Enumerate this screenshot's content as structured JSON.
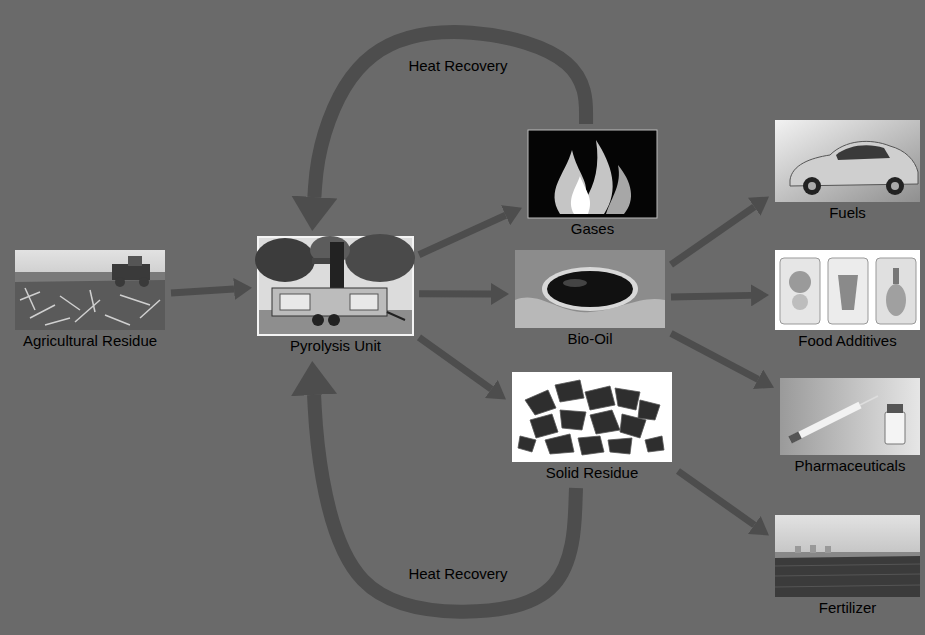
{
  "diagram": {
    "nodes": [
      {
        "text": [
          "Agricultural Residue"
        ]
      },
      {
        "text": [
          "Pyrolysis Unit"
        ]
      },
      {
        "text": [
          "Gases"
        ]
      },
      {
        "text": [
          "Bio-Oil"
        ]
      },
      {
        "text": [
          "Solid Residue"
        ]
      },
      {
        "text": [
          "Fuels"
        ]
      },
      {
        "text": [
          "Food Additives"
        ]
      },
      {
        "text": [
          "Pharmaceuticals"
        ]
      },
      {
        "text": [
          "Fertilizer"
        ]
      }
    ],
    "edges": [
      {
        "from": 0,
        "to": 1,
        "arrow": "to"
      },
      {
        "from": 1,
        "to": 2,
        "arrow": "to"
      },
      {
        "from": 1,
        "to": 3,
        "arrow": "to"
      },
      {
        "from": 1,
        "to": 4,
        "arrow": "to"
      },
      {
        "from": 2,
        "to": 1,
        "label": "Heat Recovery",
        "arrow": "to"
      },
      {
        "from": 4,
        "to": 1,
        "label": "Heat Recovery",
        "arrow": "to"
      },
      {
        "from": 3,
        "to": 5,
        "arrow": "to"
      },
      {
        "from": 3,
        "to": 6,
        "arrow": "to"
      },
      {
        "from": 3,
        "to": 7,
        "arrow": "to"
      },
      {
        "from": 4,
        "to": 8,
        "arrow": "to"
      }
    ]
  }
}
